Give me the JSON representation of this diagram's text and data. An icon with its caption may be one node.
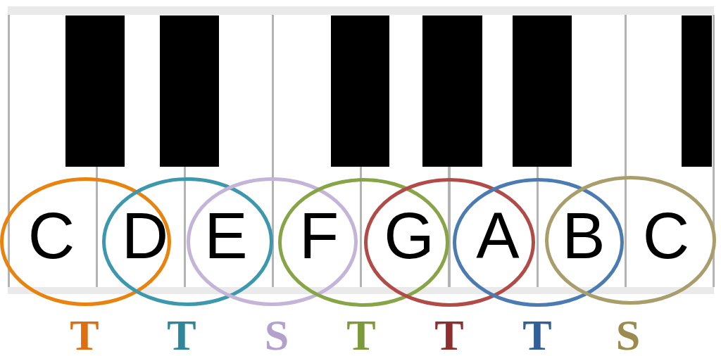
{
  "diagram": {
    "nodes": [
      {
        "text": [
          "C"
        ]
      },
      {
        "text": [
          "D"
        ]
      },
      {
        "text": [
          "E"
        ]
      },
      {
        "text": [
          "F"
        ]
      },
      {
        "text": [
          "G"
        ]
      },
      {
        "text": [
          "A"
        ]
      },
      {
        "text": [
          "B"
        ]
      },
      {
        "text": [
          "C"
        ]
      },
      {
        "text": [],
        "shape": "box"
      },
      {
        "text": [],
        "shape": "box"
      },
      {
        "text": [],
        "shape": "box"
      },
      {
        "text": [],
        "shape": "box"
      },
      {
        "text": [],
        "shape": "box"
      },
      {
        "text": [],
        "shape": "box"
      }
    ],
    "labels": [
      "T",
      "T",
      "S",
      "T",
      "T",
      "T",
      "S"
    ]
  }
}
